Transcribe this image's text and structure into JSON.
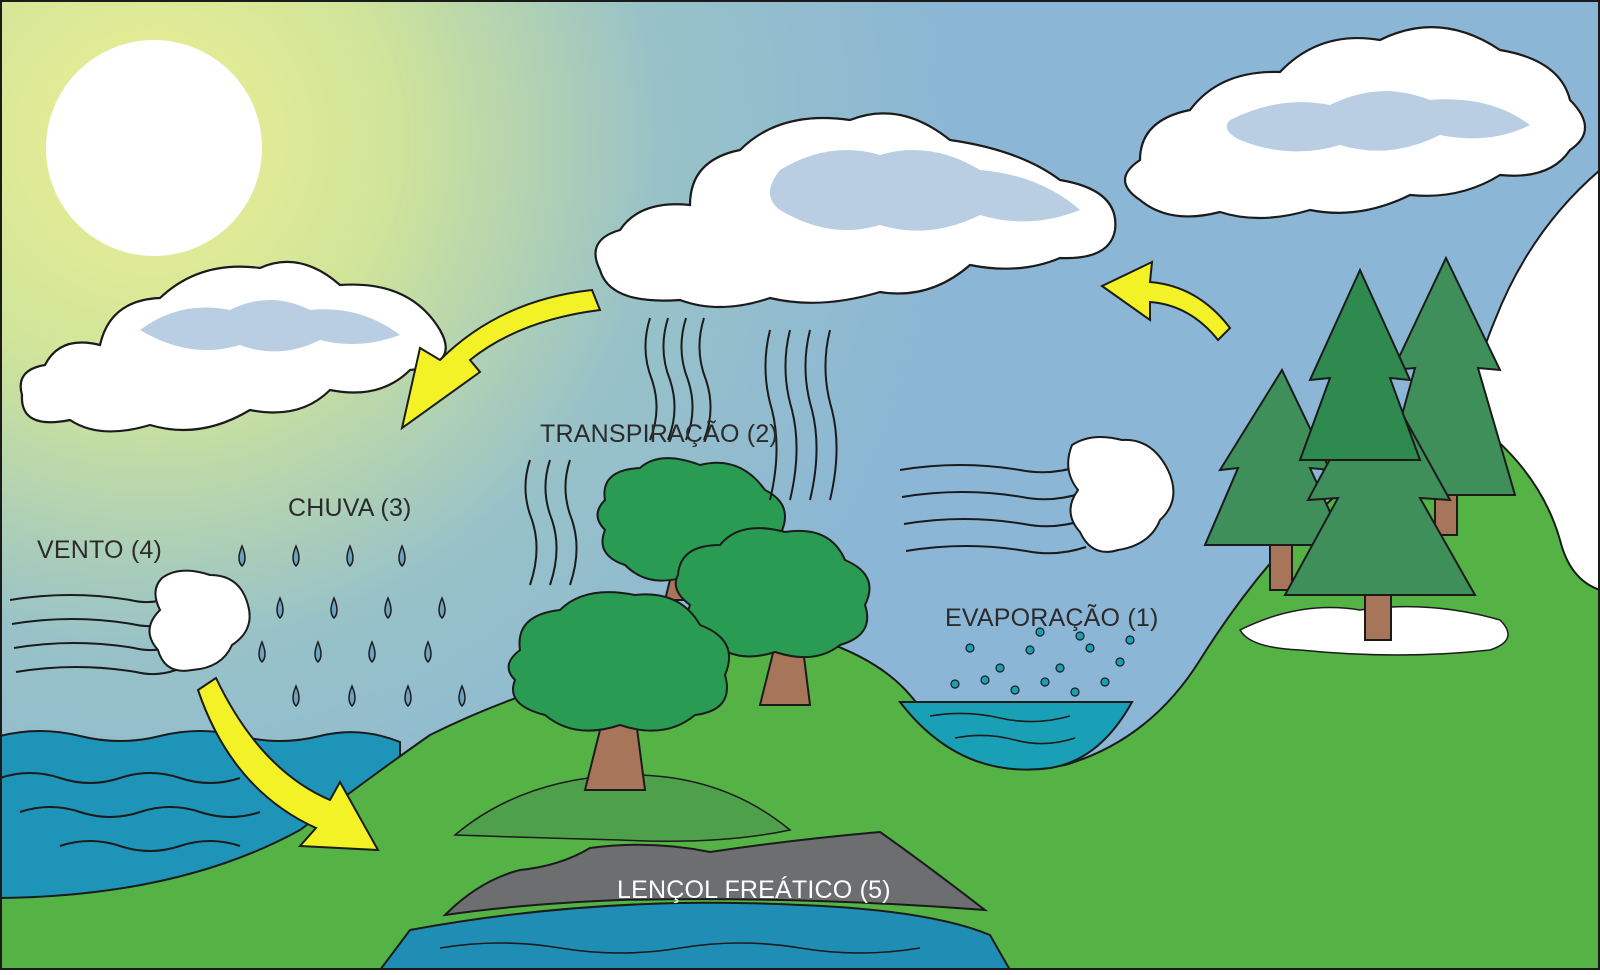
{
  "labels": {
    "evaporacao": "EVAPORAÇÃO (1)",
    "transpiracao": "TRANSPIRAÇÃO (2)",
    "chuva": "CHUVA (3)",
    "vento": "VENTO (4)",
    "lencol": "LENÇOL FREÁTICO (5)"
  },
  "colors": {
    "sky_top": "#8fbad6",
    "sun_glow": "#e4ec8c",
    "grass": "#55b346",
    "grass_dark": "#4fa04a",
    "water": "#1d94b8",
    "lake": "#19a0b6",
    "rock": "#6d6e70",
    "arrow": "#f2f227",
    "tree_green": "#2a9b52",
    "pine_green": "#3e8f5a",
    "trunk": "#a7765a",
    "cloud_shadow": "#b9cde3"
  },
  "icons": [
    "sun-icon",
    "cloud-icon",
    "arrow-icon",
    "tree-icon",
    "pine-tree-icon",
    "raindrop-icon",
    "wind-icon",
    "vapor-icon"
  ]
}
